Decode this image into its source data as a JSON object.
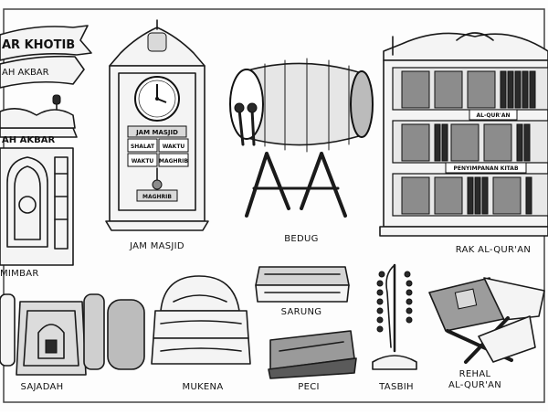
{
  "banner": {
    "line1": "AR KHOTIB",
    "line2": "AH AKBAR"
  },
  "mimbar": {
    "panel_text": "AH AKBAR",
    "label": "MIMBAR"
  },
  "clock": {
    "top_text": "JAM MASJID",
    "times": [
      "SHALAT",
      "WAKTU",
      "WAKTU",
      "MAGHRIB"
    ],
    "bottom_text": "MAGHRIB",
    "label": "JAM MASJID"
  },
  "bedug": {
    "label": "BEDUG"
  },
  "bookshelf": {
    "sign1": "AL-QUR'AN",
    "sign2": "PENYIMPANAN KITAB",
    "label": "RAK AL-QUR'AN"
  },
  "sajadah": {
    "label": "SAJADAH"
  },
  "mukena": {
    "label": "MUKENA"
  },
  "sarung": {
    "label": "SARUNG"
  },
  "peci": {
    "label": "PECI"
  },
  "tasbih": {
    "label": "TASBIH"
  },
  "rehal": {
    "label_line1": "REHAL",
    "label_line2": "AL-QUR'AN"
  }
}
